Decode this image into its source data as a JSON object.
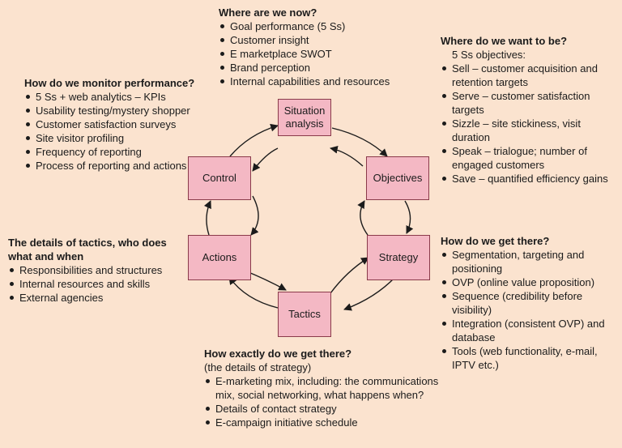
{
  "cycle": {
    "situation": "Situation analysis",
    "objectives": "Objectives",
    "strategy": "Strategy",
    "tactics": "Tactics",
    "actions": "Actions",
    "control": "Control"
  },
  "where_now": {
    "title": "Where are we now?",
    "items": [
      "Goal performance (5 Ss)",
      "Customer insight",
      "E marketplace SWOT",
      "Brand perception",
      "Internal capabilities and resources"
    ]
  },
  "where_want": {
    "title": "Where do we want to be?",
    "subtitle": "5 Ss objectives:",
    "items": [
      "Sell – customer acquisition and retention targets",
      "Serve – customer satisfaction targets",
      "Sizzle – site stickiness, visit duration",
      "Speak – trialogue; number of engaged customers",
      "Save – quantified efficiency gains"
    ]
  },
  "how_get": {
    "title": "How do we get there?",
    "items": [
      "Segmentation, targeting and positioning",
      "OVP (online value proposition)",
      "Sequence (credibility before visibility)",
      "Integration (consistent OVP) and database",
      "Tools (web functionality, e-mail, IPTV etc.)"
    ]
  },
  "how_exactly": {
    "title": "How exactly do we get there?",
    "subtitle": "(the details of strategy)",
    "items": [
      "E-marketing mix, including: the communications mix, social networking, what happens when?",
      "Details of contact strategy",
      "E-campaign initiative schedule"
    ]
  },
  "tactics_details": {
    "title": "The details of tactics, who does what and when",
    "items": [
      "Responsibilities and structures",
      "Internal resources and skills",
      "External agencies"
    ]
  },
  "monitor": {
    "title": "How do we monitor performance?",
    "items": [
      "5 Ss + web analytics – KPIs",
      "Usability testing/mystery shopper",
      "Customer satisfaction surveys",
      "Site visitor profiling",
      "Frequency of reporting",
      "Process of reporting and actions"
    ]
  }
}
